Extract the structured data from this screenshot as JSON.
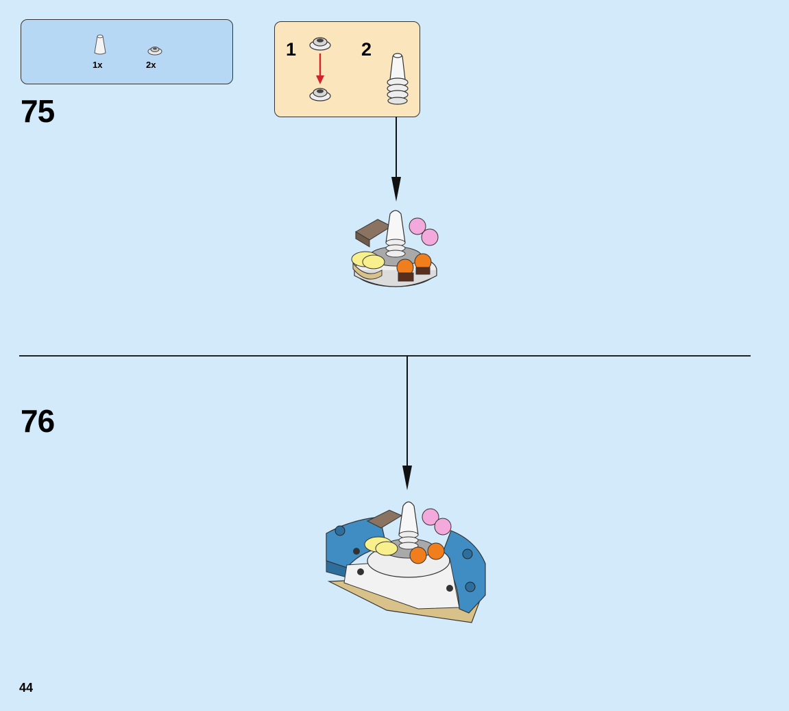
{
  "parts_list": {
    "items": [
      {
        "icon": "cone-piece-icon",
        "quantity": "1x"
      },
      {
        "icon": "round-plate-piece-icon",
        "quantity": "2x"
      }
    ]
  },
  "steps": [
    {
      "number": "75",
      "subassembly": {
        "labels": [
          "1",
          "2"
        ]
      }
    },
    {
      "number": "76"
    }
  ],
  "page_number": "44",
  "colors": {
    "background": "#d3eafa",
    "parts_box": "#b7d8f4",
    "subassembly_box": "#fbe5bc",
    "attach_arrow": "#d2232a"
  }
}
